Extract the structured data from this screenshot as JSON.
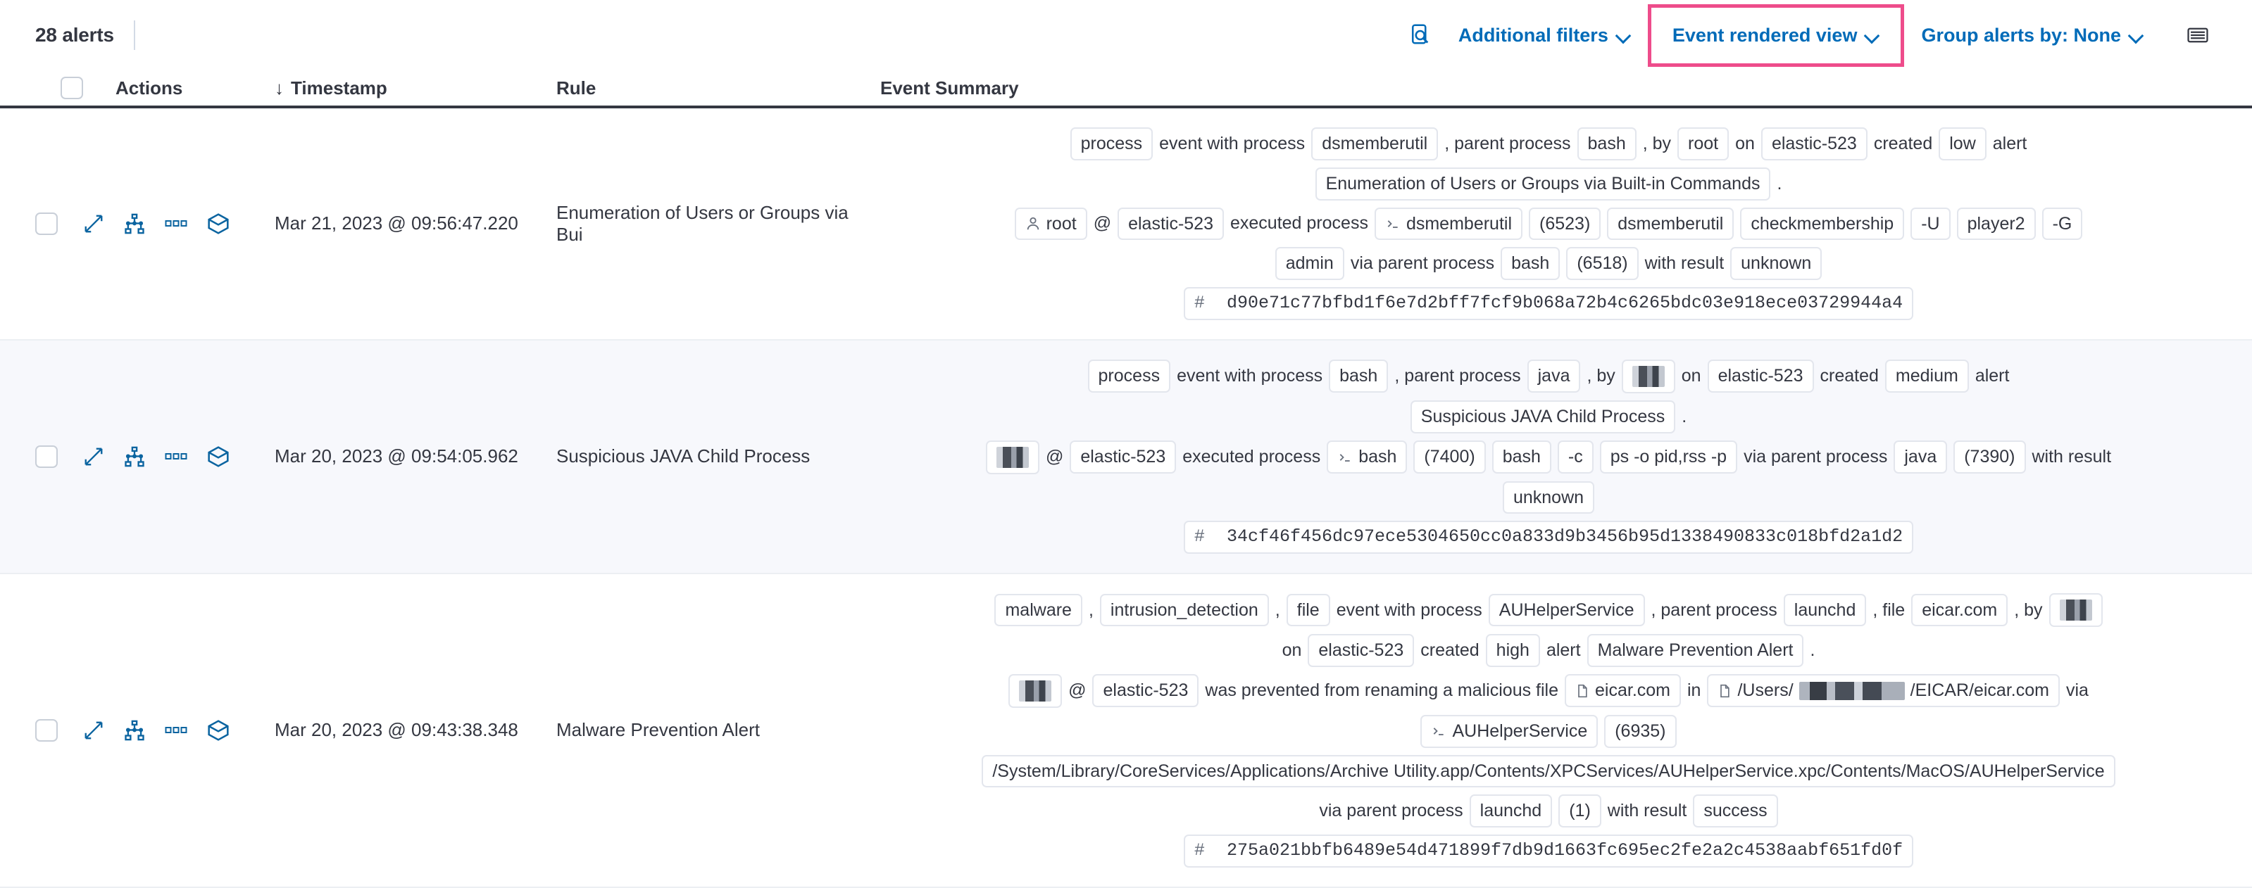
{
  "toolbar": {
    "alert_count": "28 alerts",
    "inspect_icon": "inspect-icon",
    "additional_filters": "Additional filters",
    "event_rendered_view": "Event rendered view",
    "group_alerts_by": "Group alerts by: None",
    "keyboard_icon": "keyboard-icon",
    "highlight_color": "#ee4c8b",
    "link_color": "#006bb8"
  },
  "table": {
    "columns": {
      "actions": "Actions",
      "timestamp": "Timestamp",
      "rule": "Rule",
      "event_summary": "Event Summary"
    },
    "sort_indicator": "↓",
    "row_actions": [
      "expand-icon",
      "session-view-icon",
      "more-actions-icon",
      "analyzer-cube-icon"
    ]
  },
  "rows": [
    {
      "timestamp": "Mar 21, 2023 @ 09:56:47.220",
      "rule": "Enumeration of Users or Groups via Bui",
      "summary_lines": [
        [
          {
            "t": "pill",
            "v": "process"
          },
          {
            "t": "text",
            "v": "event with process"
          },
          {
            "t": "pill",
            "v": "dsmemberutil"
          },
          {
            "t": "text",
            "v": ", parent process"
          },
          {
            "t": "pill",
            "v": "bash"
          },
          {
            "t": "text",
            "v": ", by"
          },
          {
            "t": "pill",
            "v": "root"
          },
          {
            "t": "text",
            "v": "on"
          },
          {
            "t": "pill",
            "v": "elastic-523"
          },
          {
            "t": "text",
            "v": "created"
          },
          {
            "t": "pill",
            "v": "low"
          },
          {
            "t": "text",
            "v": "alert"
          }
        ],
        [
          {
            "t": "pill",
            "v": "Enumeration of Users or Groups via Built-in Commands"
          },
          {
            "t": "text",
            "v": "."
          }
        ],
        [
          {
            "t": "pill-user",
            "v": "root"
          },
          {
            "t": "text",
            "v": "@"
          },
          {
            "t": "pill",
            "v": "elastic-523"
          },
          {
            "t": "text",
            "v": "executed process"
          },
          {
            "t": "pill-proc",
            "v": "dsmemberutil"
          },
          {
            "t": "pill",
            "v": "(6523)"
          },
          {
            "t": "pill",
            "v": "dsmemberutil"
          },
          {
            "t": "pill",
            "v": "checkmembership"
          },
          {
            "t": "pill",
            "v": "-U"
          },
          {
            "t": "pill",
            "v": "player2"
          },
          {
            "t": "pill",
            "v": "-G"
          }
        ],
        [
          {
            "t": "pill",
            "v": "admin"
          },
          {
            "t": "text",
            "v": "via parent process"
          },
          {
            "t": "pill",
            "v": "bash"
          },
          {
            "t": "pill",
            "v": "(6518)"
          },
          {
            "t": "text",
            "v": "with result"
          },
          {
            "t": "pill",
            "v": "unknown"
          }
        ],
        [
          {
            "t": "pill-hash",
            "v": "d90e71c77bfbd1f6e7d2bff7fcf9b068a72b4c6265bdc03e918ece03729944a4"
          }
        ]
      ]
    },
    {
      "timestamp": "Mar 20, 2023 @ 09:54:05.962",
      "rule": "Suspicious JAVA Child Process",
      "summary_lines": [
        [
          {
            "t": "pill",
            "v": "process"
          },
          {
            "t": "text",
            "v": "event with process"
          },
          {
            "t": "pill",
            "v": "bash"
          },
          {
            "t": "text",
            "v": ", parent process"
          },
          {
            "t": "pill",
            "v": "java"
          },
          {
            "t": "text",
            "v": ", by"
          },
          {
            "t": "pill-redact",
            "v": ""
          },
          {
            "t": "text",
            "v": "on"
          },
          {
            "t": "pill",
            "v": "elastic-523"
          },
          {
            "t": "text",
            "v": "created"
          },
          {
            "t": "pill",
            "v": "medium"
          },
          {
            "t": "text",
            "v": "alert"
          }
        ],
        [
          {
            "t": "pill",
            "v": "Suspicious JAVA Child Process"
          },
          {
            "t": "text",
            "v": "."
          }
        ],
        [
          {
            "t": "pill-redact",
            "v": ""
          },
          {
            "t": "text",
            "v": "@"
          },
          {
            "t": "pill",
            "v": "elastic-523"
          },
          {
            "t": "text",
            "v": "executed process"
          },
          {
            "t": "pill-proc",
            "v": "bash"
          },
          {
            "t": "pill",
            "v": "(7400)"
          },
          {
            "t": "pill",
            "v": "bash"
          },
          {
            "t": "pill",
            "v": "-c"
          },
          {
            "t": "pill",
            "v": "ps -o pid,rss -p"
          },
          {
            "t": "text",
            "v": "via parent process"
          },
          {
            "t": "pill",
            "v": "java"
          },
          {
            "t": "pill",
            "v": "(7390)"
          },
          {
            "t": "text",
            "v": "with result"
          }
        ],
        [
          {
            "t": "pill",
            "v": "unknown"
          }
        ],
        [
          {
            "t": "pill-hash",
            "v": "34cf46f456dc97ece5304650cc0a833d9b3456b95d1338490833c018bfd2a1d2"
          }
        ]
      ]
    },
    {
      "timestamp": "Mar 20, 2023 @ 09:43:38.348",
      "rule": "Malware Prevention Alert",
      "summary_lines": [
        [
          {
            "t": "pill",
            "v": "malware"
          },
          {
            "t": "text",
            "v": ","
          },
          {
            "t": "pill",
            "v": "intrusion_detection"
          },
          {
            "t": "text",
            "v": ","
          },
          {
            "t": "pill",
            "v": "file"
          },
          {
            "t": "text",
            "v": "event with process"
          },
          {
            "t": "pill",
            "v": "AUHelperService"
          },
          {
            "t": "text",
            "v": ", parent process"
          },
          {
            "t": "pill",
            "v": "launchd"
          },
          {
            "t": "text",
            "v": ", file"
          },
          {
            "t": "pill",
            "v": "eicar.com"
          },
          {
            "t": "text",
            "v": ", by"
          },
          {
            "t": "pill-redact",
            "v": ""
          }
        ],
        [
          {
            "t": "text",
            "v": "on"
          },
          {
            "t": "pill",
            "v": "elastic-523"
          },
          {
            "t": "text",
            "v": "created"
          },
          {
            "t": "pill",
            "v": "high"
          },
          {
            "t": "text",
            "v": "alert"
          },
          {
            "t": "pill",
            "v": "Malware Prevention Alert"
          },
          {
            "t": "text",
            "v": "."
          }
        ],
        [
          {
            "t": "pill-redact",
            "v": ""
          },
          {
            "t": "text",
            "v": "@"
          },
          {
            "t": "pill",
            "v": "elastic-523"
          },
          {
            "t": "text",
            "v": "was prevented from renaming a malicious file"
          },
          {
            "t": "pill-file",
            "v": "eicar.com"
          },
          {
            "t": "text",
            "v": "in"
          },
          {
            "t": "pill-path-redact",
            "v": "/Users/"
          },
          {
            "t": "text",
            "v": "via"
          }
        ],
        [
          {
            "t": "pill-proc",
            "v": "AUHelperService"
          },
          {
            "t": "pill",
            "v": "(6935)"
          }
        ],
        [
          {
            "t": "pill",
            "v": "/System/Library/CoreServices/Applications/Archive Utility.app/Contents/XPCServices/AUHelperService.xpc/Contents/MacOS/AUHelperService"
          }
        ],
        [
          {
            "t": "text",
            "v": "via parent process"
          },
          {
            "t": "pill",
            "v": "launchd"
          },
          {
            "t": "pill",
            "v": "(1)"
          },
          {
            "t": "text",
            "v": "with result"
          },
          {
            "t": "pill",
            "v": "success"
          }
        ],
        [
          {
            "t": "pill-hash",
            "v": "275a021bbfb6489e54d471899f7db9d1663fc695ec2fe2a2c4538aabf651fd0f"
          }
        ]
      ]
    }
  ],
  "path_suffix": "/EICAR/eicar.com"
}
